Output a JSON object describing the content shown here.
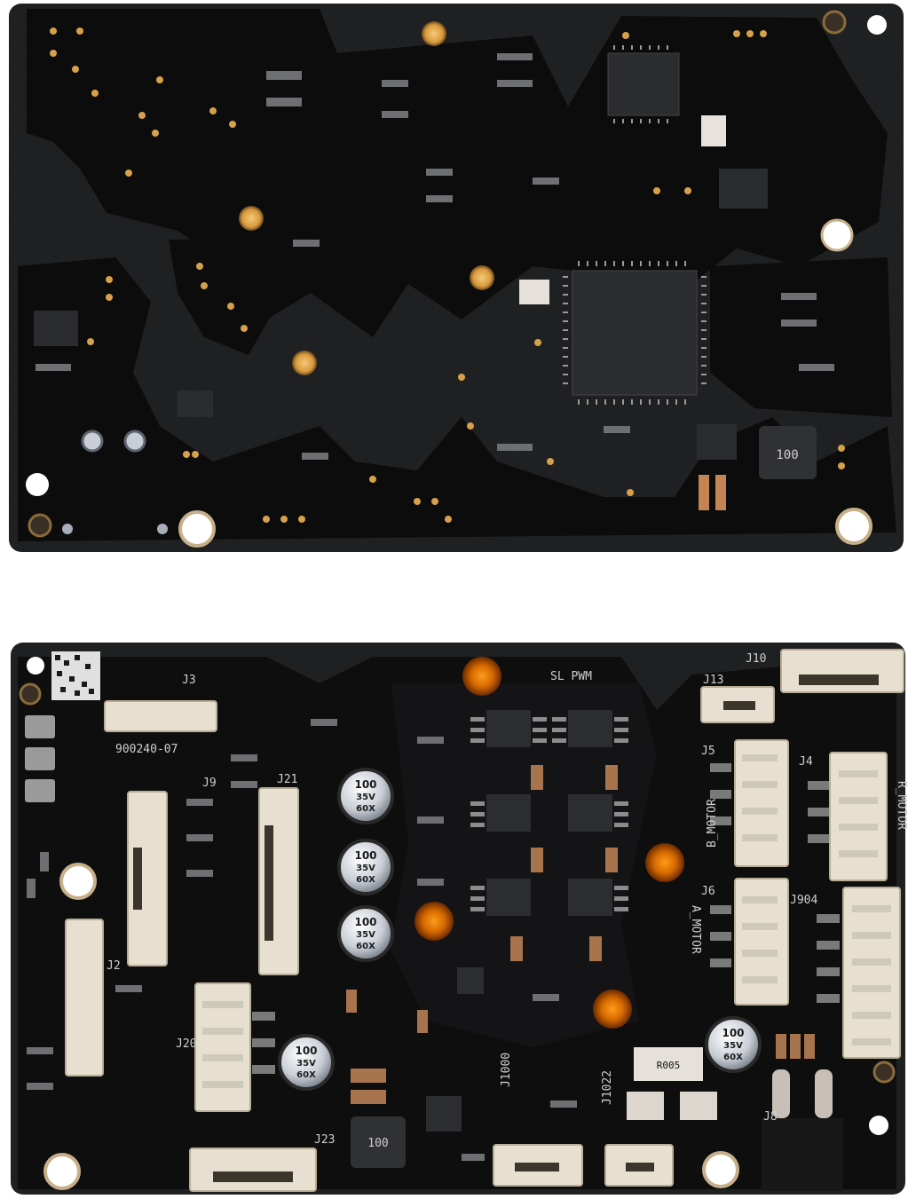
{
  "boards": {
    "bottom_labels": {
      "j3": "J3",
      "part_no": "900240-07",
      "sl_pwm": "SL PWM",
      "j10": "J10",
      "j13": "J13",
      "j5": "J5",
      "j4": "J4",
      "b_motor": "B_MOTOR",
      "r_motor": "R_MOTOR",
      "j6": "J6",
      "j904": "J904",
      "a_motor": "A_MOTOR",
      "j21": "J21",
      "j9": "J9",
      "j2": "J2",
      "j20": "J20",
      "j23": "J23",
      "j1000": "J1000",
      "j1022": "J1022",
      "r005": "R005",
      "j8": "J8"
    },
    "capacitors": [
      {
        "value": "100",
        "voltage": "35V",
        "series": "60X"
      },
      {
        "value": "100",
        "voltage": "35V",
        "series": "60X"
      },
      {
        "value": "100",
        "voltage": "35V",
        "series": "60X"
      },
      {
        "value": "100",
        "voltage": "35V",
        "series": "60X"
      },
      {
        "value": "100",
        "voltage": "35V",
        "series": "60X"
      }
    ],
    "inductor_labels": {
      "top": "100",
      "bottom": "100"
    }
  },
  "colors": {
    "pcb": "#0f0f10",
    "pcb_mask": "#1e1f21",
    "gold": "#d7a04a",
    "copper_orange": "#c55a00",
    "connector": "#e7dfcf",
    "chip": "#2a2a2c"
  }
}
